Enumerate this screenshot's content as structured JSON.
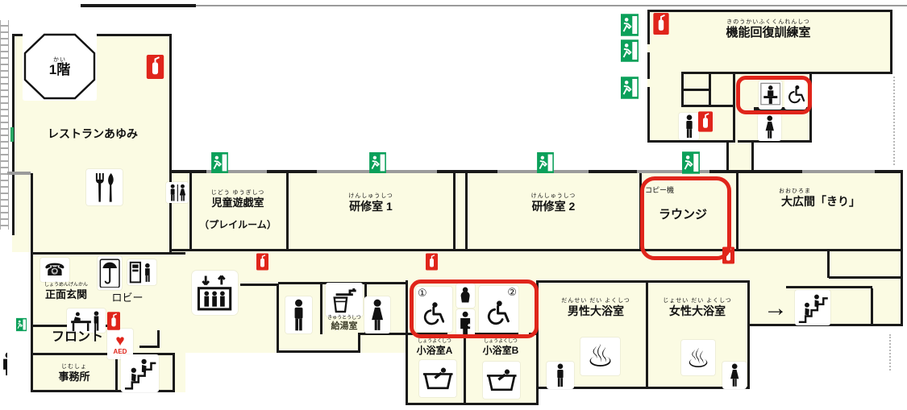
{
  "floor_badge": {
    "furigana": "かい",
    "label": "1階"
  },
  "rooms": {
    "restaurant": {
      "label": "レストランあゆみ"
    },
    "playroom": {
      "furigana": "じどう ゆうぎしつ",
      "label": "児童遊戯室",
      "sublabel": "（プレイルーム）"
    },
    "training_1": {
      "furigana": "けんしゅうしつ",
      "label": "研修室 1"
    },
    "training_2": {
      "furigana": "けんしゅうしつ",
      "label": "研修室 2"
    },
    "lounge": {
      "label": "ラウンジ",
      "equipment": "コピー機"
    },
    "great_hall": {
      "furigana": "おおひろま",
      "label": "大広間「きり」"
    },
    "rehab_room": {
      "furigana": "きのうかいふくくんれんしつ",
      "label": "機能回復訓練室"
    },
    "main_entrance": {
      "furigana": "しょうめんげんかん",
      "label": "正面玄関"
    },
    "lobby": {
      "label": "ロビー"
    },
    "front_desk": {
      "label": "フロント"
    },
    "office": {
      "furigana": "じむしょ",
      "label": "事務所"
    },
    "kitchenette": {
      "furigana": "きゅうとうしつ",
      "label": "給湯室"
    },
    "small_bath_a": {
      "furigana": "しょうよくしつ",
      "label": "小浴室A"
    },
    "small_bath_b": {
      "furigana": "しょうよくしつ",
      "label": "小浴室B"
    },
    "mens_bath": {
      "furigana": "だんせい だい よくしつ",
      "label": "男性大浴室"
    },
    "womens_bath": {
      "furigana": "じょせい だい よくしつ",
      "label": "女性大浴室"
    }
  },
  "glyphs": {
    "telephone": "☎",
    "hot_spring": "♨",
    "arrow_right": "→",
    "circled_1": "①",
    "circled_2": "②",
    "aed_heart": "♥"
  },
  "aed_label": "AED",
  "icon_names": [
    "emergency-exit-icon",
    "fire-extinguisher-icon",
    "restroom-icon",
    "male-toilet-icon",
    "female-toilet-icon",
    "wheelchair-icon",
    "baby-changing-icon",
    "multipurpose-toilet-icon",
    "bath-icon",
    "hot-spring-icon",
    "elevator-icon",
    "stairs-icon",
    "restaurant-icon",
    "telephone-icon",
    "umbrella-stand-icon",
    "vending-machine-icon",
    "reception-desk-icon",
    "aed-icon",
    "kitchenette-faucet-icon",
    "arrow-right-icon"
  ],
  "colors": {
    "floor": "#fbfbe3",
    "wall": "#1a1a1a",
    "wall_window": "#9b9b9b",
    "exit_green": "#0ba05a",
    "alert_red": "#e0251b",
    "highlight_red": "#e0251b",
    "background": "#ffffff"
  }
}
